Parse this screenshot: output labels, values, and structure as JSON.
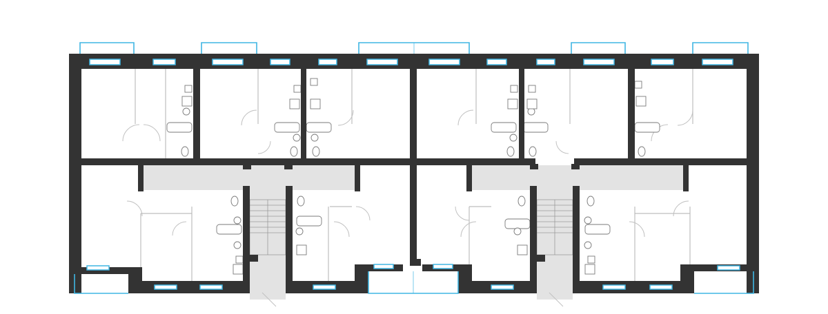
{
  "colors": {
    "wall": "#333333",
    "corridor": "#e3e3e3",
    "window": "#3fb6e3",
    "partition": "#bdbdbd",
    "fixture": "#7a7a7a",
    "background": "#ffffff"
  },
  "plan": {
    "sections": 2,
    "staircases": 2,
    "apartments_per_section": 6
  }
}
